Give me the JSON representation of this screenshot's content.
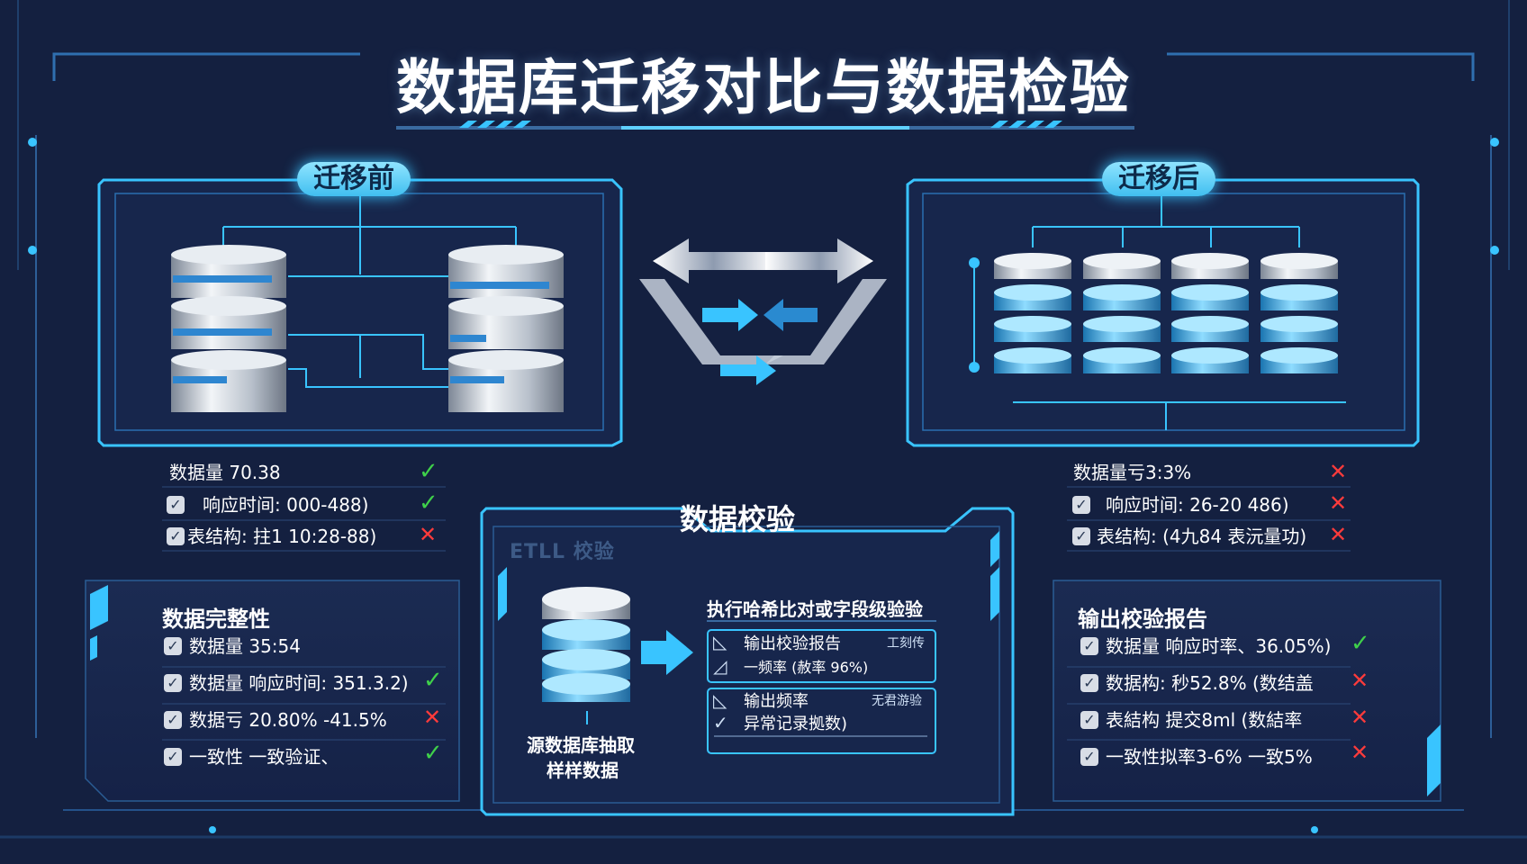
{
  "title": "数据库迁移对比与数据检验",
  "before": {
    "tag": "迁移前",
    "metrics": [
      {
        "text": "数据量 70.38",
        "status": "ok",
        "checkbox": false
      },
      {
        "text": "响应时间:  000-488)",
        "status": "ok",
        "checkbox": true
      },
      {
        "text": "表结构: 拄1 10:28-88)",
        "status": "bad",
        "checkbox": true
      }
    ],
    "integrity": {
      "title": "数据完整性",
      "items": [
        {
          "text": "数据量  35:54",
          "status": ""
        },
        {
          "text": "数据量  响应时间:  351.3.2)",
          "status": "ok"
        },
        {
          "text": "数据亏  20.80%  -41.5%",
          "status": "bad"
        },
        {
          "text": "一致性 一致验证、",
          "status": "ok"
        }
      ]
    }
  },
  "after": {
    "tag": "迁移后",
    "metrics": [
      {
        "text": "数据量亏3:3%",
        "status": "bad",
        "checkbox": false
      },
      {
        "text": "响应时间:  26-20 486)",
        "status": "bad",
        "checkbox": true
      },
      {
        "text": "表结构: (4九84 表沅量功)",
        "status": "bad",
        "checkbox": true
      }
    ],
    "report": {
      "title": "输出校验报告",
      "items": [
        {
          "text": "数据量  响应时率、36.05%)",
          "status": "ok"
        },
        {
          "text": "数据构: 秒52.8%  (数结盖",
          "status": "bad"
        },
        {
          "text": "表結构  提交8ml  (数結率",
          "status": "bad"
        },
        {
          "text": "一致性拟率3-6%  一致5%",
          "status": "bad"
        }
      ]
    }
  },
  "validation": {
    "title": "数据校验",
    "etl_label": "ETLL 校验",
    "source_label_line1": "源数据库抽取",
    "source_label_line2": "样样数据",
    "exec_title": "执行哈希比对或字段级验验",
    "box1": {
      "line1": "输出校验报告",
      "line1_right": "工刻传",
      "line2": "一频率 (赦率 96%)"
    },
    "box2": {
      "line1": "输出频率",
      "line1_right": "无君游验",
      "line2": "异常记录拠数)"
    }
  },
  "colors": {
    "background": "#142040",
    "accent": "#39c4ff",
    "ok": "#3fd04a",
    "bad": "#ff3b3b"
  }
}
